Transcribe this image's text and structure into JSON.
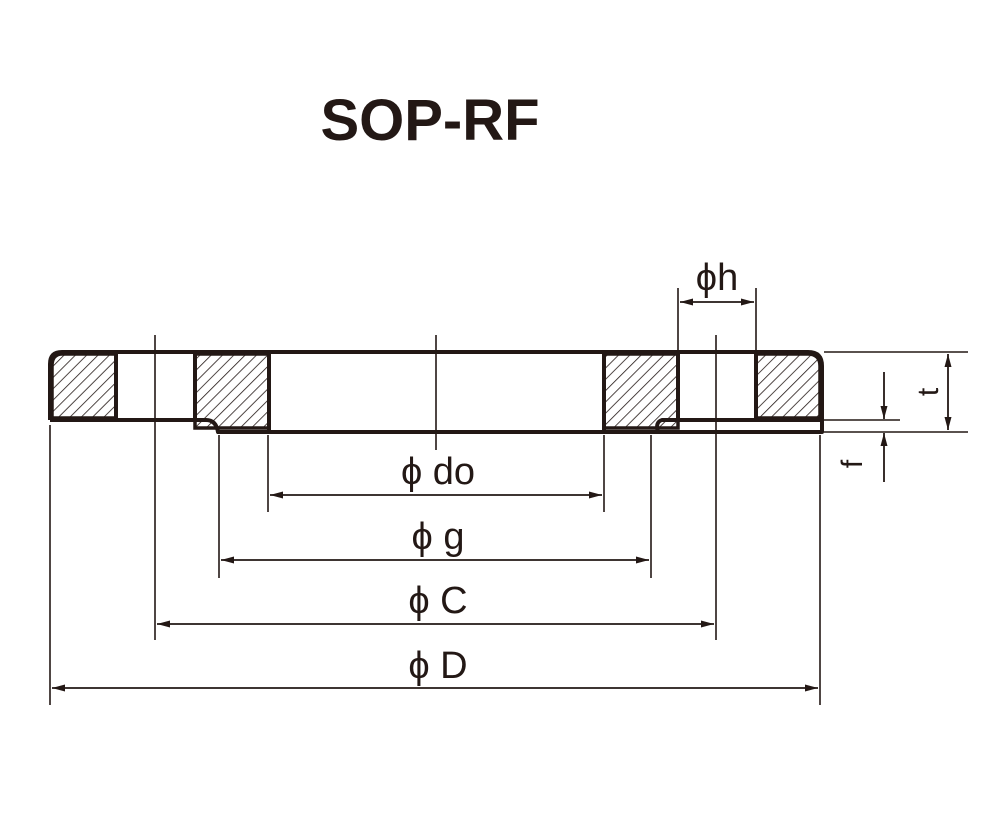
{
  "title": "SOP-RF",
  "dimensions": {
    "do": "ϕ do",
    "g": "ϕ g",
    "C": "ϕ C",
    "D": "ϕ D",
    "h": "ϕh",
    "t": "t",
    "f": "f"
  },
  "colors": {
    "ink": "#231815",
    "background": "#ffffff"
  }
}
